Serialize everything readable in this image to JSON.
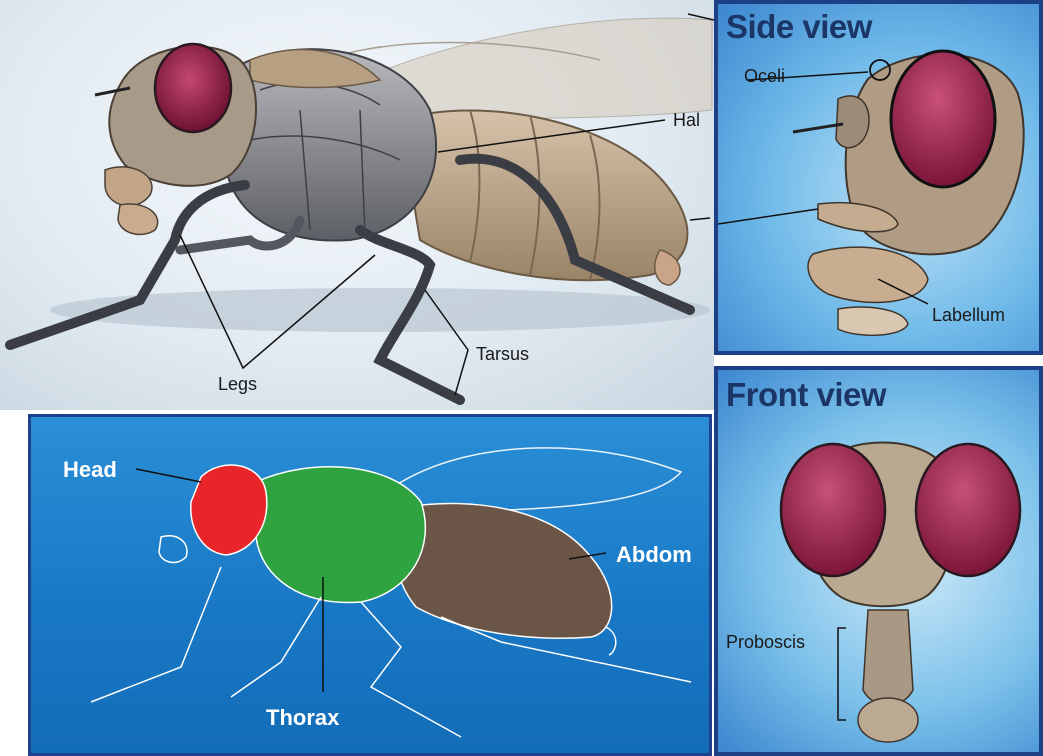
{
  "main_view": {
    "labels": {
      "hal": "Hal",
      "legs": "Legs",
      "tarsus": "Tarsus"
    }
  },
  "side_view": {
    "title": "Side view",
    "labels": {
      "oceli": "Oceli",
      "labellum": "Labellum"
    }
  },
  "front_view": {
    "title": "Front view",
    "labels": {
      "proboscis": "Proboscis"
    }
  },
  "regions_view": {
    "labels": {
      "head": "Head",
      "thorax": "Thorax",
      "abdomen": "Abdom"
    },
    "colors": {
      "head": "#e8262a",
      "thorax": "#2fa33f",
      "abdomen": "#6b5547",
      "background": "#1877c4"
    }
  },
  "colors": {
    "eye": "#8c1f45",
    "panel_border": "#1d3f86",
    "title": "#1c3567"
  }
}
